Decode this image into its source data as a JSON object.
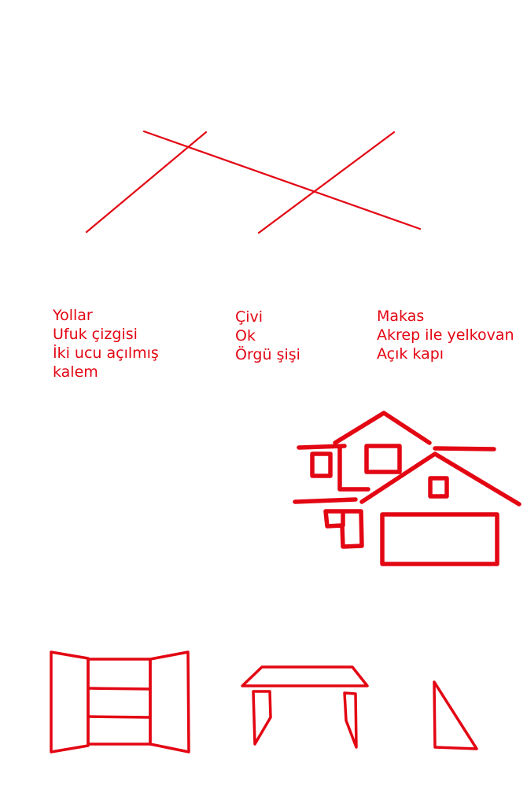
{
  "colors": {
    "ink": "#e30613",
    "background": "#ffffff"
  },
  "labels": {
    "group1": [
      "Yollar",
      "Ufuk çizgisi",
      "İki ucu açılmış",
      "kalem"
    ],
    "group2": [
      "Çivi",
      "Ok",
      "Örgü şişi"
    ],
    "group3": [
      "Makas",
      "Akrep ile yelkovan",
      "Açık kapı"
    ]
  }
}
